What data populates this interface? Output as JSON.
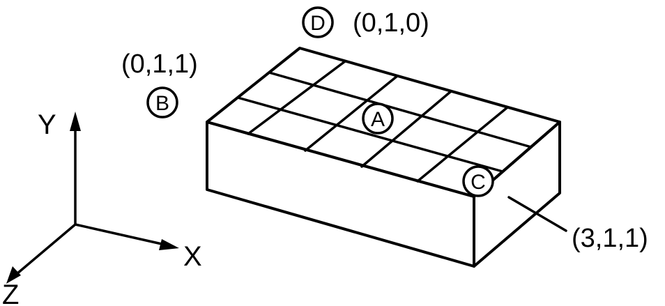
{
  "points": {
    "A": {
      "letter": "A"
    },
    "B": {
      "letter": "B",
      "coord": "(0,1,1)"
    },
    "C": {
      "letter": "C",
      "coord": "(3,1,1)"
    },
    "D": {
      "letter": "D",
      "coord": "(0,1,0)"
    }
  },
  "axes": {
    "x": "X",
    "y": "Y",
    "z": "Z"
  },
  "colors": {
    "ink": "#000000",
    "background": "#ffffff"
  }
}
